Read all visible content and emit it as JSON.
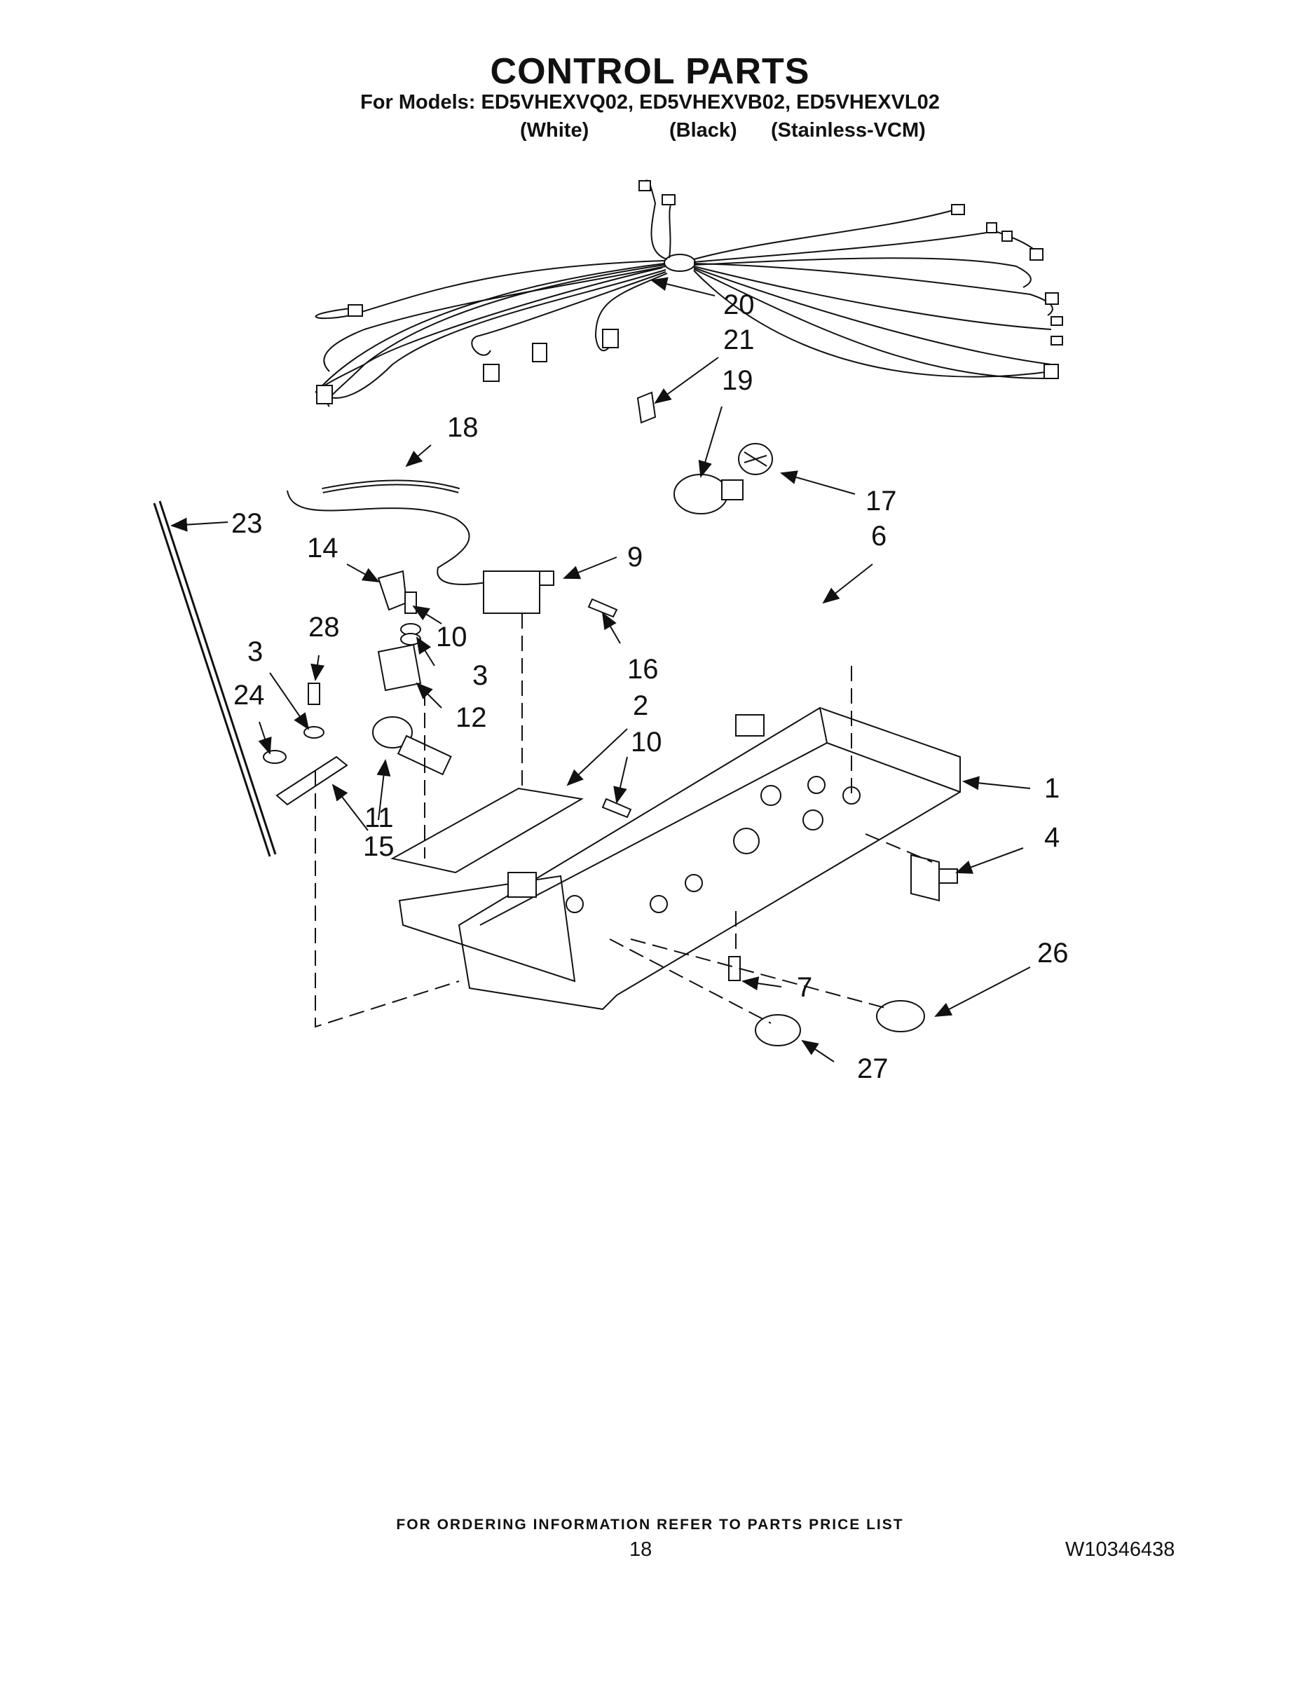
{
  "header": {
    "title": "CONTROL PARTS",
    "models_line": "For Models: ED5VHEXVQ02, ED5VHEXVB02, ED5VHEXVL02",
    "variants": [
      "(White)",
      "(Black)",
      "(Stainless-VCM)"
    ]
  },
  "callouts": [
    "20",
    "21",
    "19",
    "18",
    "17",
    "23",
    "14",
    "9",
    "6",
    "10",
    "28",
    "3",
    "16",
    "3",
    "24",
    "12",
    "2",
    "10",
    "1",
    "11",
    "15",
    "4",
    "26",
    "7",
    "27"
  ],
  "footer": {
    "ordering_note": "FOR ORDERING INFORMATION REFER TO PARTS PRICE LIST",
    "page_number": "18",
    "document_id": "W10346438"
  }
}
